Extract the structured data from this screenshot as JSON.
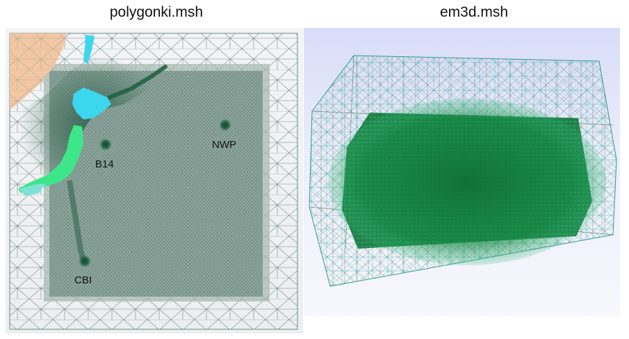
{
  "titles": {
    "left": "polygonki.msh",
    "right": "em3d.msh"
  },
  "sites": [
    {
      "name": "B14"
    },
    {
      "name": "NWP"
    },
    {
      "name": "CBI"
    }
  ],
  "colors": {
    "mesh_line": "#5a7a70",
    "dense_mesh": "#6f8a82",
    "hokkaido": "#3cd7ee",
    "honshu": "#3ee68a",
    "mainland": "#f2c7a4",
    "em_green": "#0f7a3a",
    "em_edge": "#3fd2c4"
  }
}
